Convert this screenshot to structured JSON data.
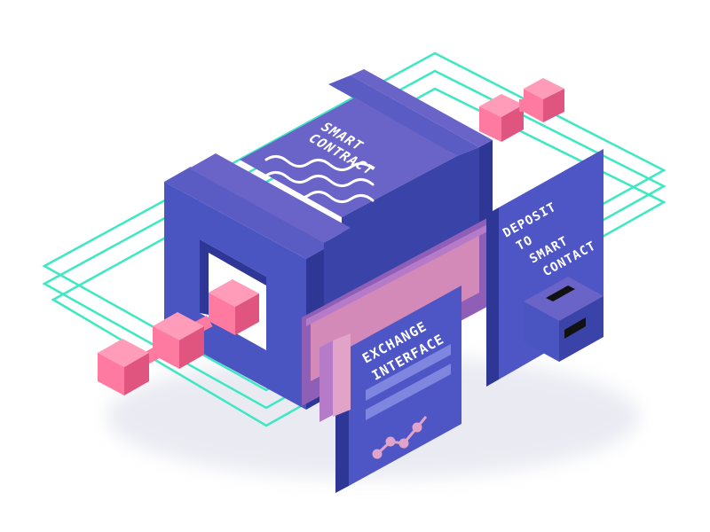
{
  "labels": {
    "smart_contract": [
      "SMART",
      "CONTRACT"
    ],
    "exchange_interface": [
      "EXCHANGE",
      "INTERFACE"
    ],
    "deposit": [
      "DEPOSIT",
      "TO",
      "SMART",
      "CONTACT"
    ]
  },
  "colors": {
    "background": "#ffffff",
    "block_front": "#4b55c2",
    "block_side": "#3a43a8",
    "block_top": "#6a64c8",
    "block_dark": "#2f3796",
    "panel": "#4e56c6",
    "panel_line": "#7f86e0",
    "connector": "#ff7aa0",
    "connector_dark": "#e0557f",
    "pink_band": "#d48ab8",
    "grid_line": "#3ee8c2",
    "text": "#ffffff"
  },
  "icons": [
    "wave-lines-icon",
    "line-graph-icon",
    "slot-icon"
  ]
}
